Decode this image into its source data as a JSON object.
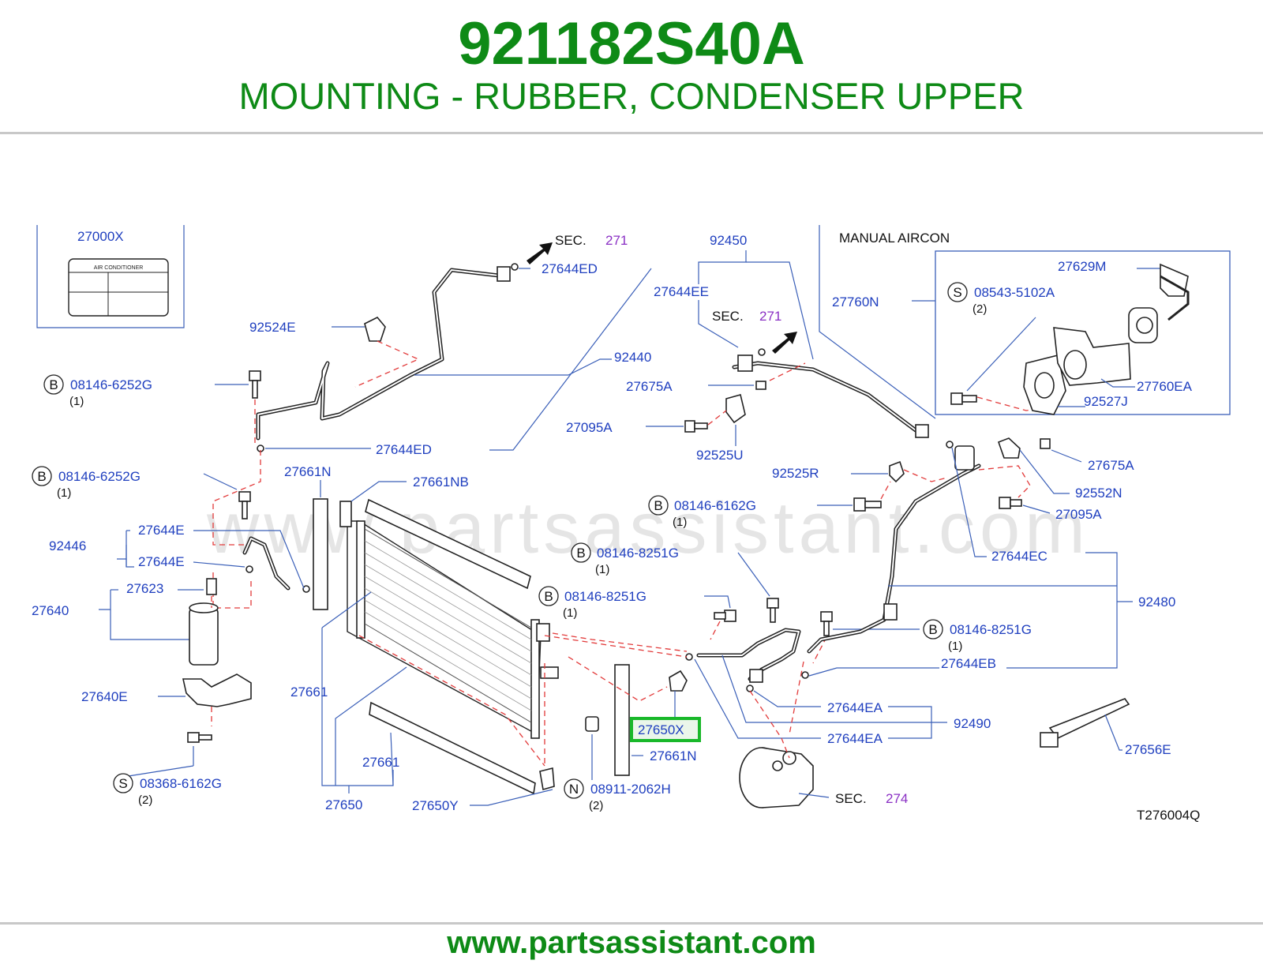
{
  "header": {
    "part_number": "921182S40A",
    "description": "MOUNTING - RUBBER, CONDENSER UPPER"
  },
  "footer": {
    "url": "www.partsassistant.com"
  },
  "diagram": {
    "watermark": "www.partsassistant.com",
    "figure_code": "T276004Q",
    "manual_aircon": "MANUAL   AIRCON",
    "label_box_title": "AIR    CONDITIONER",
    "highlighted_part": "27650X",
    "colors": {
      "accent": "#0e8a16",
      "label": "#1f3fbf",
      "section": "#8a2fc4",
      "dash": "#e23a3a",
      "highlight": "#19b82a"
    },
    "sections": {
      "sec_word": "SEC.",
      "sec1": "271",
      "sec2": "271",
      "sec3": "274"
    },
    "callouts": {
      "p27000X": "27000X",
      "p92524E": "92524E",
      "b1": "08146-6252G",
      "b1_qty": "(1)",
      "b2": "08146-6252G",
      "b2_qty": "(1)",
      "p27644ED_top": "27644ED",
      "p27644ED_mid": "27644ED",
      "p92440": "92440",
      "p27661N_top": "27661N",
      "p27661NB": "27661NB",
      "p92446": "92446",
      "p27644E_a": "27644E",
      "p27644E_b": "27644E",
      "p27623": "27623",
      "p27640": "27640",
      "p27640E": "27640E",
      "s1": "08368-6162G",
      "s1_qty": "(2)",
      "p27661_left": "27661",
      "p27661_bottom": "27661",
      "p27650": "27650",
      "p27650Y": "27650Y",
      "n1": "08911-2062H",
      "n1_qty": "(2)",
      "p27650X": "27650X",
      "p27661N_bottom": "27661N",
      "p92450": "92450",
      "p27644EE": "27644EE",
      "p27675A_a": "27675A",
      "p27095A_a": "27095A",
      "p92525U": "92525U",
      "p92525R": "92525R",
      "b3": "08146-6162G",
      "b3_qty": "(1)",
      "b4": "08146-8251G",
      "b4_qty": "(1)",
      "b5": "08146-8251G",
      "b5_qty": "(1)",
      "b6": "08146-8251G",
      "b6_qty": "(1)",
      "p27675A_b": "27675A",
      "p92552N": "92552N",
      "p27095A_b": "27095A",
      "p27644EC": "27644EC",
      "p92480": "92480",
      "p27644EB": "27644EB",
      "p27644EA_a": "27644EA",
      "p27644EA_b": "27644EA",
      "p92490": "92490",
      "p27656E": "27656E",
      "p27760N": "27760N",
      "p27629M": "27629M",
      "s2": "08543-5102A",
      "s2_qty": "(2)",
      "p27760EA": "27760EA",
      "p92527J": "92527J"
    },
    "markers": {
      "b": "B",
      "s": "S",
      "n": "N"
    }
  }
}
